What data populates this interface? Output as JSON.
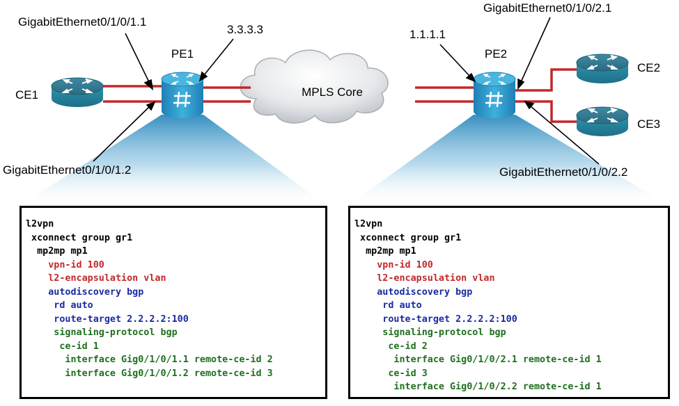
{
  "colors": {
    "link": "#c0392b",
    "router_top": "#2f6f86",
    "router_side": "#2a8fa8",
    "pe_body": "#2a96c9",
    "beam_top": "#2c89bd",
    "line_default": "#000000",
    "line_red": "#c0292b",
    "line_blue": "#1a2aa0",
    "line_green": "#1f6f1f"
  },
  "nodes": {
    "ce1": {
      "label": "CE1",
      "icon": "router-icon"
    },
    "ce2": {
      "label": "CE2",
      "icon": "router-icon"
    },
    "ce3": {
      "label": "CE3",
      "icon": "router-icon"
    },
    "pe1": {
      "label": "PE1",
      "icon": "multilayer-switch-icon"
    },
    "pe2": {
      "label": "PE2",
      "icon": "multilayer-switch-icon"
    },
    "core": {
      "label": "MPLS Core",
      "icon": "cloud-icon"
    }
  },
  "annotations": {
    "pe1_if1": "GigabitEthernet0/1/0/1.1",
    "pe1_if2": "GigabitEthernet0/1/0/1.2",
    "pe1_loopback": "3.3.3.3",
    "pe2_loopback": "1.1.1.1",
    "pe2_if1": "GigabitEthernet0/1/0/2.1",
    "pe2_if2": "GigabitEthernet0/1/0/2.2"
  },
  "config_left": [
    {
      "text": "l2vpn",
      "color": "default"
    },
    {
      "text": " xconnect group gr1",
      "color": "default"
    },
    {
      "text": "  mp2mp mp1",
      "color": "default"
    },
    {
      "text": "    vpn-id 100",
      "color": "red"
    },
    {
      "text": "    l2-encapsulation vlan",
      "color": "red"
    },
    {
      "text": "    autodiscovery bgp",
      "color": "blue"
    },
    {
      "text": "     rd auto",
      "color": "blue"
    },
    {
      "text": "     route-target 2.2.2.2:100",
      "color": "blue"
    },
    {
      "text": "     signaling-protocol bgp",
      "color": "green"
    },
    {
      "text": "      ce-id 1",
      "color": "green"
    },
    {
      "text": "       interface Gig0/1/0/1.1 remote-ce-id 2",
      "color": "green"
    },
    {
      "text": "       interface Gig0/1/0/1.2 remote-ce-id 3",
      "color": "green"
    }
  ],
  "config_right": [
    {
      "text": "l2vpn",
      "color": "default"
    },
    {
      "text": " xconnect group gr1",
      "color": "default"
    },
    {
      "text": "  mp2mp mp1",
      "color": "default"
    },
    {
      "text": "    vpn-id 100",
      "color": "red"
    },
    {
      "text": "    l2-encapsulation vlan",
      "color": "red"
    },
    {
      "text": "    autodiscovery bgp",
      "color": "blue"
    },
    {
      "text": "     rd auto",
      "color": "blue"
    },
    {
      "text": "     route-target 2.2.2.2:100",
      "color": "blue"
    },
    {
      "text": "     signaling-protocol bgp",
      "color": "green"
    },
    {
      "text": "      ce-id 2",
      "color": "green"
    },
    {
      "text": "       interface Gig0/1/0/2.1 remote-ce-id 1",
      "color": "green"
    },
    {
      "text": "      ce-id 3",
      "color": "green"
    },
    {
      "text": "       interface Gig0/1/0/2.2 remote-ce-id 1",
      "color": "green"
    }
  ]
}
